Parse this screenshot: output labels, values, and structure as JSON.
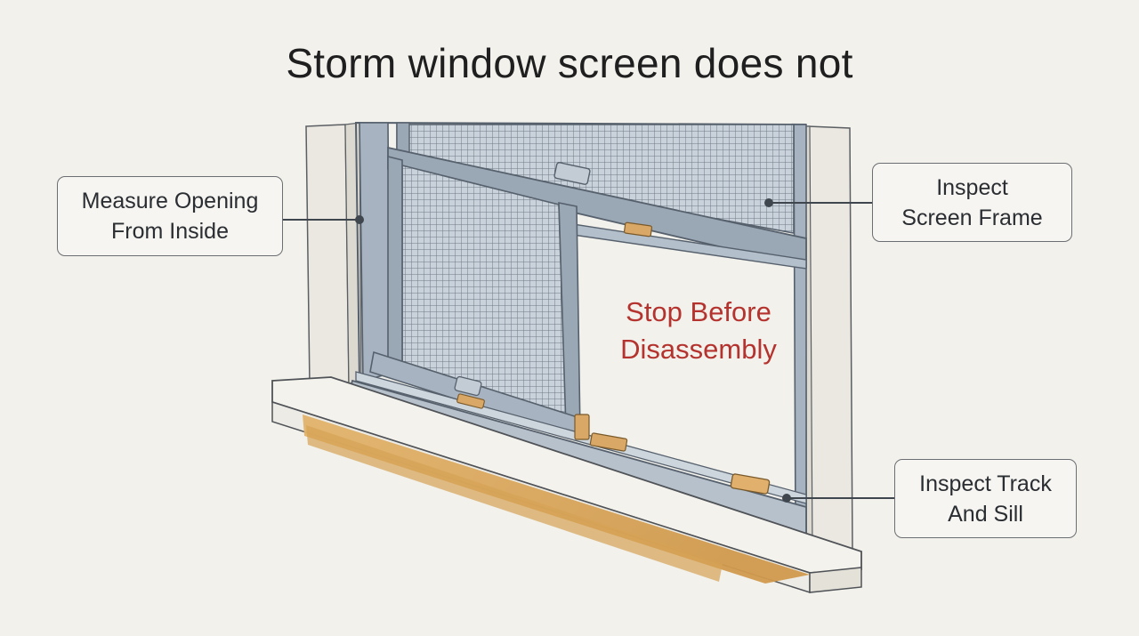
{
  "title": "Storm window screen does not",
  "callouts": {
    "measure": [
      "Measure Opening",
      "From Inside"
    ],
    "screen_frame": [
      "Inspect",
      "Screen Frame"
    ],
    "track_sill": [
      "Inspect Track",
      "And Sill"
    ]
  },
  "warning": [
    "Stop Before",
    "Disassembly"
  ],
  "colors": {
    "background": "#f2f1ec",
    "frame": "#9aa7b4",
    "trim": "#e9e6df",
    "wood_edge": "#d9a55a",
    "warning": "#b5332e",
    "clip": "#d9a766"
  }
}
